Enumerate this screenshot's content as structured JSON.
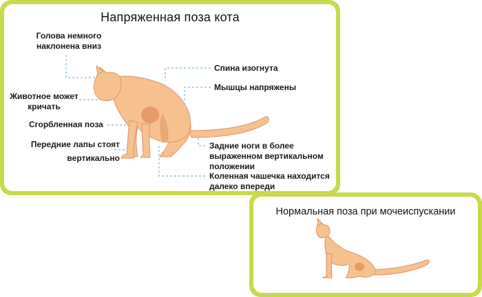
{
  "top_panel": {
    "title": "Напряженная поза кота",
    "labels": {
      "head_tilted": [
        "Голова немного",
        "наклонена вниз"
      ],
      "may_scream": [
        "Животное может",
        "кричать"
      ],
      "hunched_pose": "Сгорбленная поза",
      "front_paws": [
        "Передние лапы стоят",
        "вертикально"
      ],
      "back_arched": "Спина изогнута",
      "muscles_tense": "Мышцы напряжены",
      "hind_legs": [
        "Задние ноги в более",
        "выраженном вертикальном",
        "положении"
      ],
      "kneecap": [
        "Коленная чашечка находится",
        "далеко впереди"
      ]
    }
  },
  "bottom_panel": {
    "title": "Нормальная поза при мочеиспускании"
  },
  "colors": {
    "frame": "#c8d94a",
    "cat_body": "#f6c08f",
    "cat_shadow": "#e89a68",
    "cat_outline": "#d9966a",
    "leader_line": "#7fb8d6"
  }
}
